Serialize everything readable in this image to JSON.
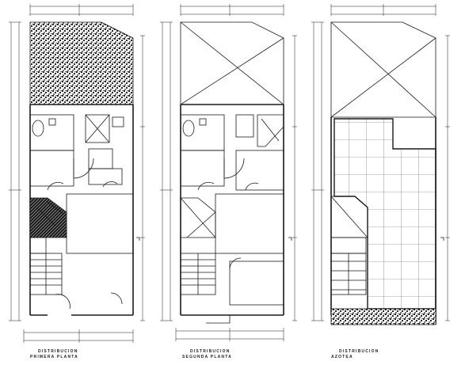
{
  "plans": [
    {
      "title_line1": "DISTRIBUCION",
      "title_line2": "PRIMERA PLANTA"
    },
    {
      "title_line1": "DISTRIBUCION",
      "title_line2": "SEGUNDA PLANTA"
    },
    {
      "title_line1": "DISTRIBUCION",
      "title_line2": "AZOTEA"
    }
  ],
  "colors": {
    "line": "#1a1a1a",
    "hatch": "#111111",
    "paper": "#ffffff"
  },
  "icons": [
    "toilet-icon",
    "stair-icon",
    "door-swing-icon",
    "section-marker-icon"
  ]
}
